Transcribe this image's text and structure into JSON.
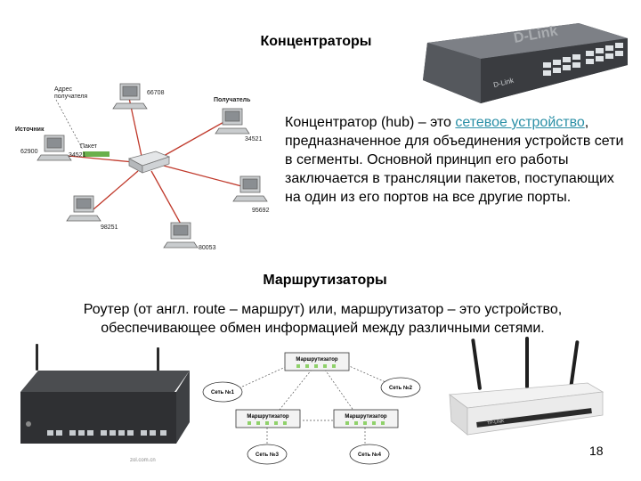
{
  "slide": {
    "title_hubs": "Концентраторы",
    "hub_paragraph": {
      "before_link": "Концентратор (hub) – это ",
      "link_text": "сетевое устройство",
      "after_link": ", предназначенное для объединения устройств сети в сегменты. Основной принцип его работы заключается в трансляции пакетов, поступающих на один из его портов на все другие порты."
    },
    "title_routers": "Маршрутизаторы",
    "router_paragraph": "Роутер (от англ. route – маршрут) или, маршрутизатор – это устройство, обеспечивающее обмен информацией между различными сетями.",
    "page_number": "18"
  },
  "hub_diagram": {
    "label_sender_address": "Адрес получателя",
    "label_source": "Источник",
    "label_receiver": "Получатель",
    "label_packet": "Пакет",
    "addr_source": "62900",
    "addr_packet": "34521",
    "addr_top": "66708",
    "addr_receiver": "34521",
    "addr_right": "95692",
    "addr_bottom": "80053",
    "addr_bottom_left": "98251"
  },
  "switch_photo": {
    "brand": "D-Link"
  },
  "router_photo": {
    "brand": "TP-LINK"
  },
  "router_diagram": {
    "router_label": "Маршрутизатор",
    "net1": "Сеть №1",
    "net2": "Сеть №2",
    "net3": "Сеть №3",
    "net4": "Сеть №4"
  },
  "colors": {
    "link": "#2a8fa6",
    "packet": "#6ab04c",
    "link_line": "#c0392b"
  }
}
